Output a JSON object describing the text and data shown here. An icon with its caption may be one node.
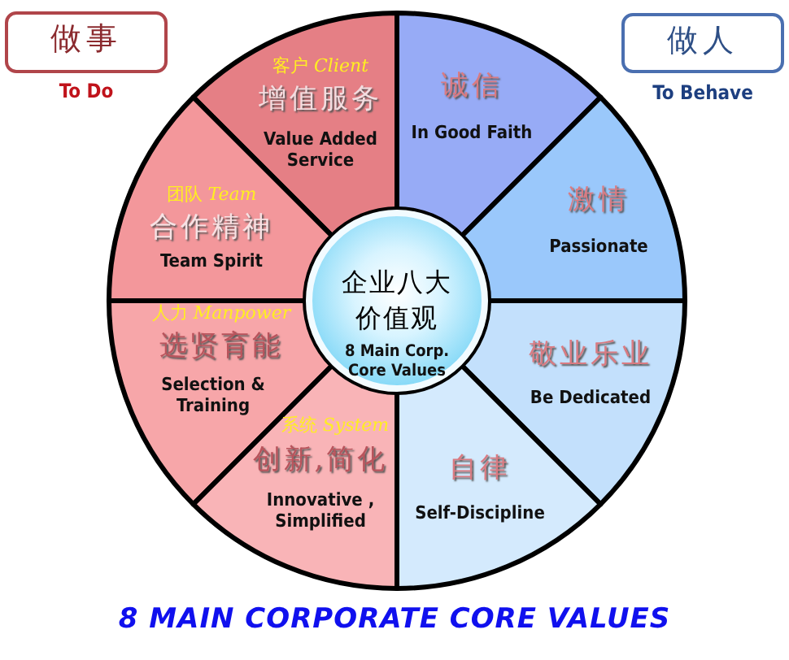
{
  "diagram": {
    "caption": "8 MAIN CORPORATE CORE VALUES",
    "nodes": [
      {
        "text": [
          "做事"
        ],
        "beside": [
          "To Do"
        ]
      },
      {
        "text": [
          "做人"
        ],
        "beside": [
          "To Behave"
        ]
      },
      {
        "text": [
          "客户 *Client*",
          "增值服务",
          "Value Added Service"
        ]
      },
      {
        "text": [
          "诚信",
          "In Good Faith"
        ]
      },
      {
        "text": [
          "团队 *Team*",
          "合作精神",
          "Team Spirit"
        ]
      },
      {
        "text": [
          "激情",
          "Passionate"
        ]
      },
      {
        "text": [
          "企业八大价值观",
          "8 Main Corp. Core Values"
        ]
      },
      {
        "text": [
          "人力 *Manpower*",
          "选贤育能",
          "Selection & Training"
        ]
      },
      {
        "text": [
          "敬业乐业",
          "Be Dedicated"
        ]
      },
      {
        "text": [
          "系统 *System*",
          "创新,简化",
          "Innovative , Simplified"
        ]
      },
      {
        "text": [
          "自律",
          "Self-Discipline"
        ]
      }
    ]
  }
}
